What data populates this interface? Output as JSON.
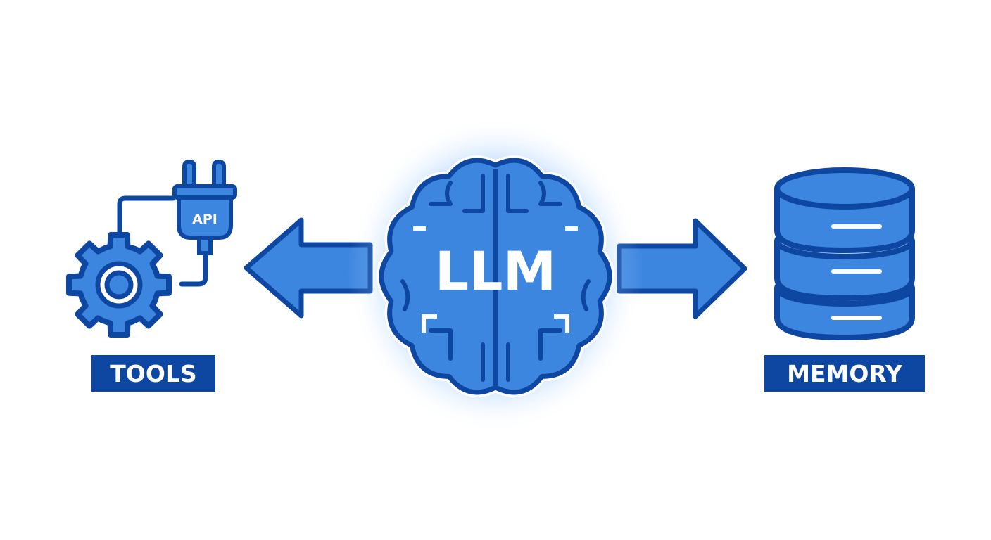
{
  "center": {
    "label": "LLM"
  },
  "left_node": {
    "label": "TOOLS",
    "plug_label": "API"
  },
  "right_node": {
    "label": "MEMORY"
  },
  "colors": {
    "dark_blue": "#0d47a1",
    "mid_blue": "#1565c0",
    "fill_blue": "#3d86e0",
    "light_blue": "#bcd7f5",
    "glow_blue": "#5aa8ff",
    "white": "#ffffff"
  },
  "icons": {
    "tools": "gear-icon",
    "plug": "plug-icon",
    "center": "brain-icon",
    "memory": "database-icon"
  }
}
